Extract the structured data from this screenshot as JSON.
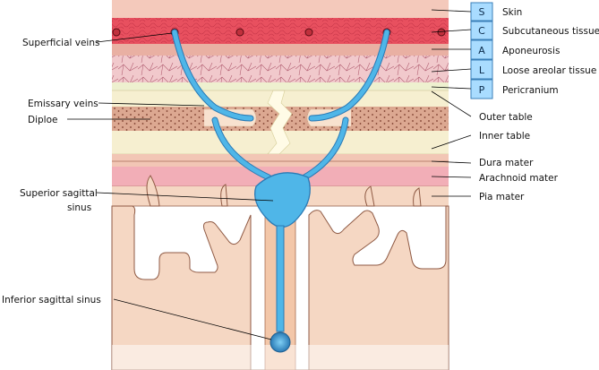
{
  "scalp_letters": [
    "S",
    "C",
    "A",
    "L",
    "P"
  ],
  "layer_labels": {
    "skin": "Skin",
    "subcutaneous": "Subcutaneous tissue",
    "aponeurosis": "Aponeurosis",
    "loose_areolar": "Loose areolar tissue",
    "pericranium": "Pericranium",
    "outer_table": "Outer table",
    "inner_table": "Inner table",
    "dura_mater": "Dura mater",
    "arachnoid_mater": "Arachnoid mater",
    "pia_mater": "Pia mater"
  },
  "left_labels": {
    "superficial_veins": "Superficial veins",
    "emissary_veins": "Emissary veins",
    "diploe": "Diploe",
    "superior_sagittal_line1": "Superior sagittal",
    "superior_sagittal_line2": "sinus",
    "inferior_sagittal": "Inferior sagittal sinus"
  },
  "colors": {
    "skin": "#f4c9bb",
    "subcutaneous": "#e8505f",
    "aponeurosis": "#e9b0a3",
    "loose_areolar": "#f1c9cc",
    "pericranium": "#eef0cf",
    "bone_table": "#f6efd0",
    "diploe": "#dca891",
    "dura": "#f2c6b5",
    "arachnoid": "#f2aeb7",
    "brain": "#f5d7c3",
    "vein": "#4fb6e8",
    "vein_dark": "#2a7ab5"
  }
}
